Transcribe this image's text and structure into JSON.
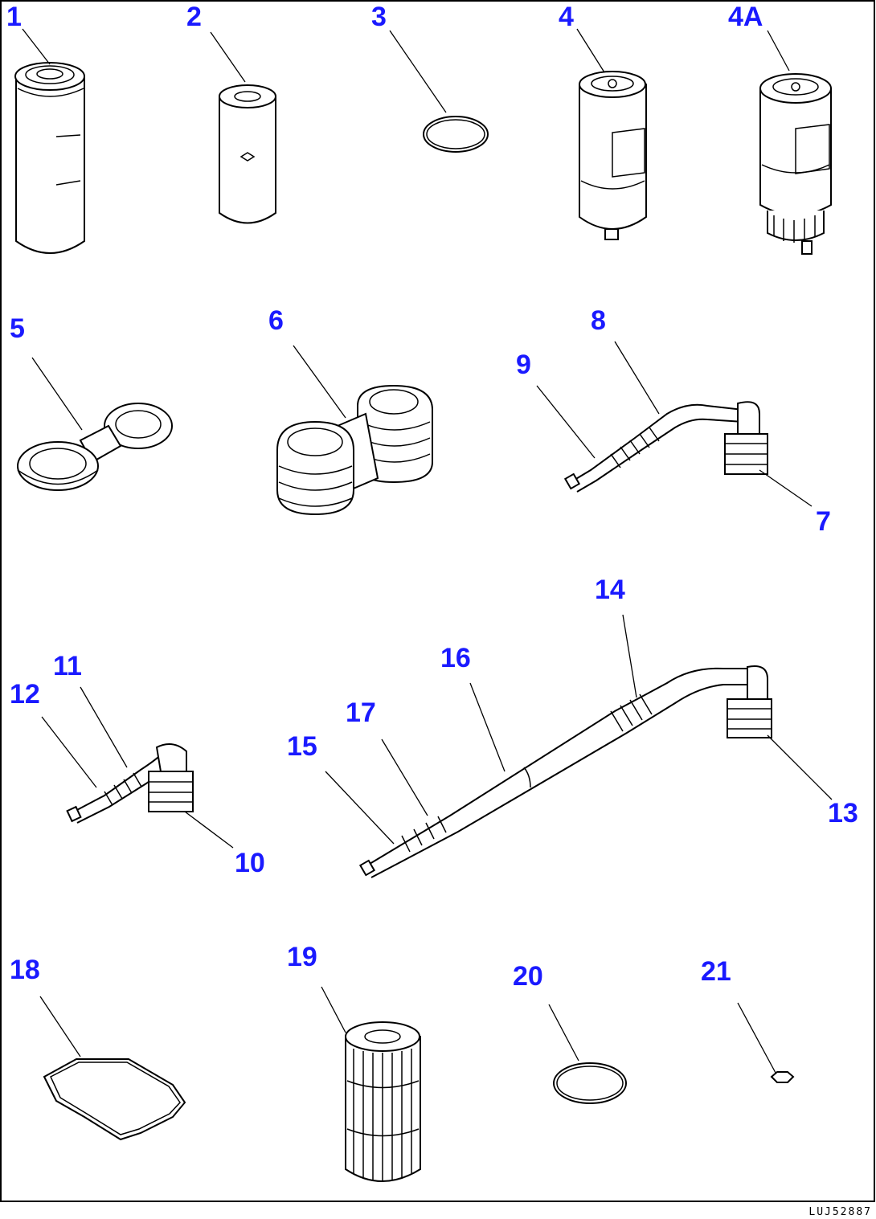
{
  "callouts": [
    {
      "id": "c1",
      "label": "1"
    },
    {
      "id": "c2",
      "label": "2"
    },
    {
      "id": "c3",
      "label": "3"
    },
    {
      "id": "c4",
      "label": "4"
    },
    {
      "id": "c4a",
      "label": "4A"
    },
    {
      "id": "c5",
      "label": "5"
    },
    {
      "id": "c6",
      "label": "6"
    },
    {
      "id": "c7",
      "label": "7"
    },
    {
      "id": "c8",
      "label": "8"
    },
    {
      "id": "c9",
      "label": "9"
    },
    {
      "id": "c10",
      "label": "10"
    },
    {
      "id": "c11",
      "label": "11"
    },
    {
      "id": "c12",
      "label": "12"
    },
    {
      "id": "c13",
      "label": "13"
    },
    {
      "id": "c14",
      "label": "14"
    },
    {
      "id": "c15",
      "label": "15"
    },
    {
      "id": "c16",
      "label": "16"
    },
    {
      "id": "c17",
      "label": "17"
    },
    {
      "id": "c18",
      "label": "18"
    },
    {
      "id": "c19",
      "label": "19"
    },
    {
      "id": "c20",
      "label": "20"
    },
    {
      "id": "c21",
      "label": "21"
    }
  ],
  "drawing_number": "LUJ52887",
  "colors": {
    "callout": "#1a1aff",
    "line": "#000000",
    "background": "#ffffff"
  }
}
